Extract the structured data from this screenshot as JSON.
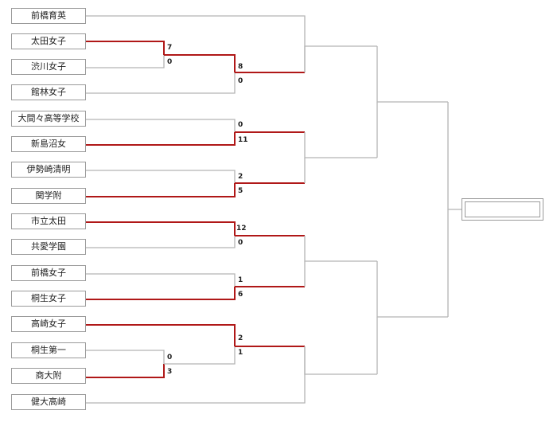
{
  "teams": [
    "前橋育英",
    "太田女子",
    "渋川女子",
    "館林女子",
    "大間々高等学校",
    "新島沼女",
    "伊勢崎清明",
    "関学附",
    "市立太田",
    "共愛学園",
    "前橋女子",
    "桐生女子",
    "高崎女子",
    "桐生第一",
    "商大附",
    "健大高崎"
  ],
  "scores": {
    "r1_a_top": "7",
    "r1_a_bottom": "0",
    "r1_b_top": "0",
    "r1_b_bottom": "3",
    "r2_1_top": "8",
    "r2_1_bottom": "0",
    "r2_2_top": "0",
    "r2_2_bottom": "11",
    "r2_3_top": "2",
    "r2_3_bottom": "5",
    "r2_4_top": "12",
    "r2_4_bottom": "0",
    "r2_5_top": "1",
    "r2_5_bottom": "6",
    "r2_6_top": "2",
    "r2_6_bottom": "1"
  },
  "colors": {
    "win": "#b01818",
    "line": "#b4b4b4"
  },
  "champion": ""
}
